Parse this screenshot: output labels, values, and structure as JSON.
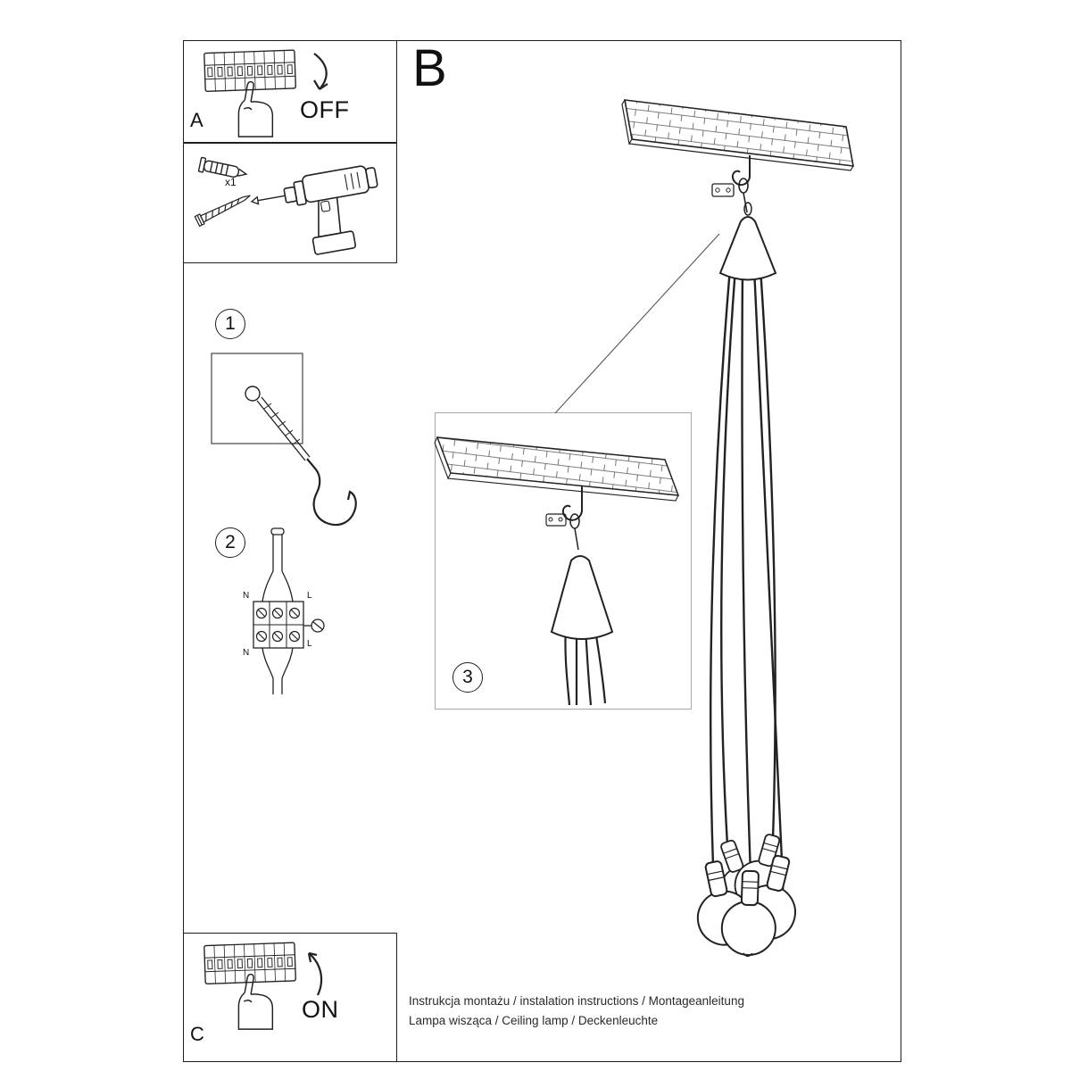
{
  "labels": {
    "panel_a": "A",
    "panel_b": "B",
    "panel_c": "C",
    "off": "OFF",
    "on": "ON",
    "anchor_qty": "x1",
    "step_1": "1",
    "step_2": "2",
    "step_3": "3"
  },
  "wiring": {
    "n_top": "N",
    "l_top": "L",
    "n_bottom": "N",
    "l_bottom": "L"
  },
  "footer": {
    "line_1": "Instrukcja montażu / instalation instructions / Montageanleitung",
    "line_2": "Lampa wisząca / Ceiling lamp / Deckenleuchte"
  },
  "colors": {
    "ink": "#222222",
    "background": "#ffffff",
    "inset_border": "#a8a8a8"
  }
}
